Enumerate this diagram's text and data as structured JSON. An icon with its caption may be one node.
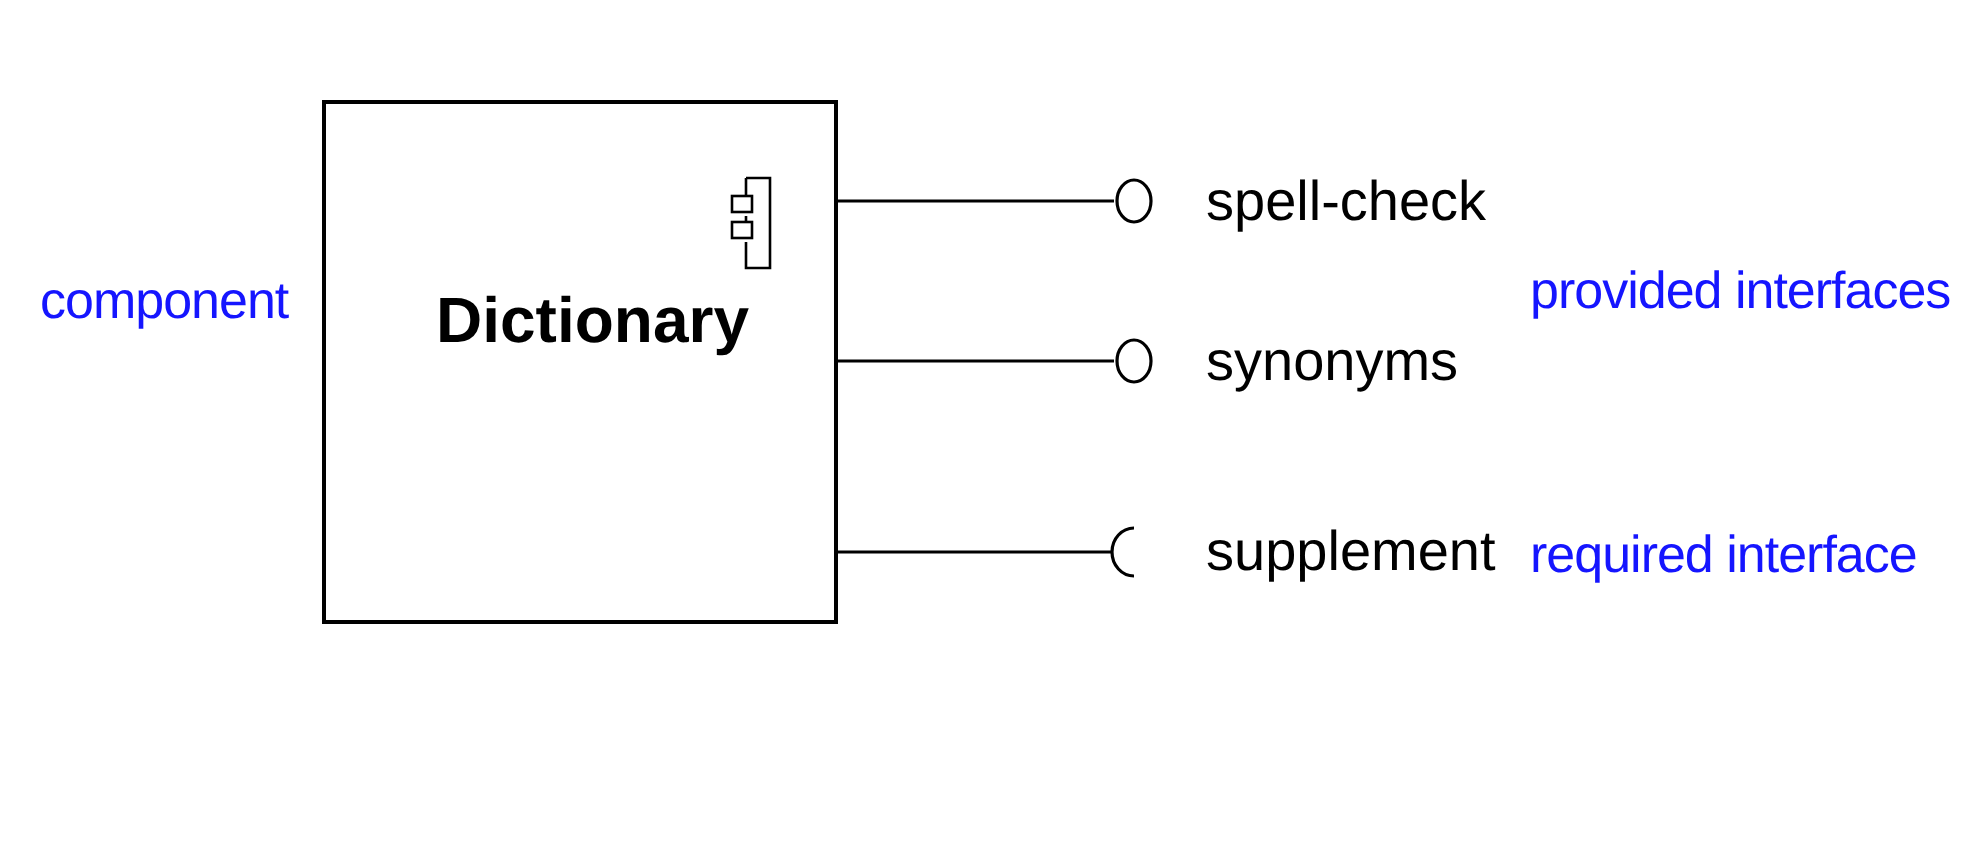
{
  "diagram": {
    "nodes": [
      {
        "text": [
          "Dictionary"
        ]
      },
      {
        "text": [],
        "shape": "circle",
        "beside": [
          "spell-check"
        ]
      },
      {
        "text": [],
        "shape": "circle",
        "beside": [
          "synonyms"
        ]
      },
      {
        "text": [],
        "shape": "arc",
        "beside": [
          "supplement"
        ]
      }
    ],
    "edges": [
      {
        "from": 0,
        "to": 1,
        "arrow": "none"
      },
      {
        "from": 0,
        "to": 2,
        "arrow": "none"
      },
      {
        "from": 0,
        "to": 3,
        "arrow": "none"
      }
    ],
    "labels": [
      "component",
      "provided interfaces",
      "required interface"
    ]
  }
}
